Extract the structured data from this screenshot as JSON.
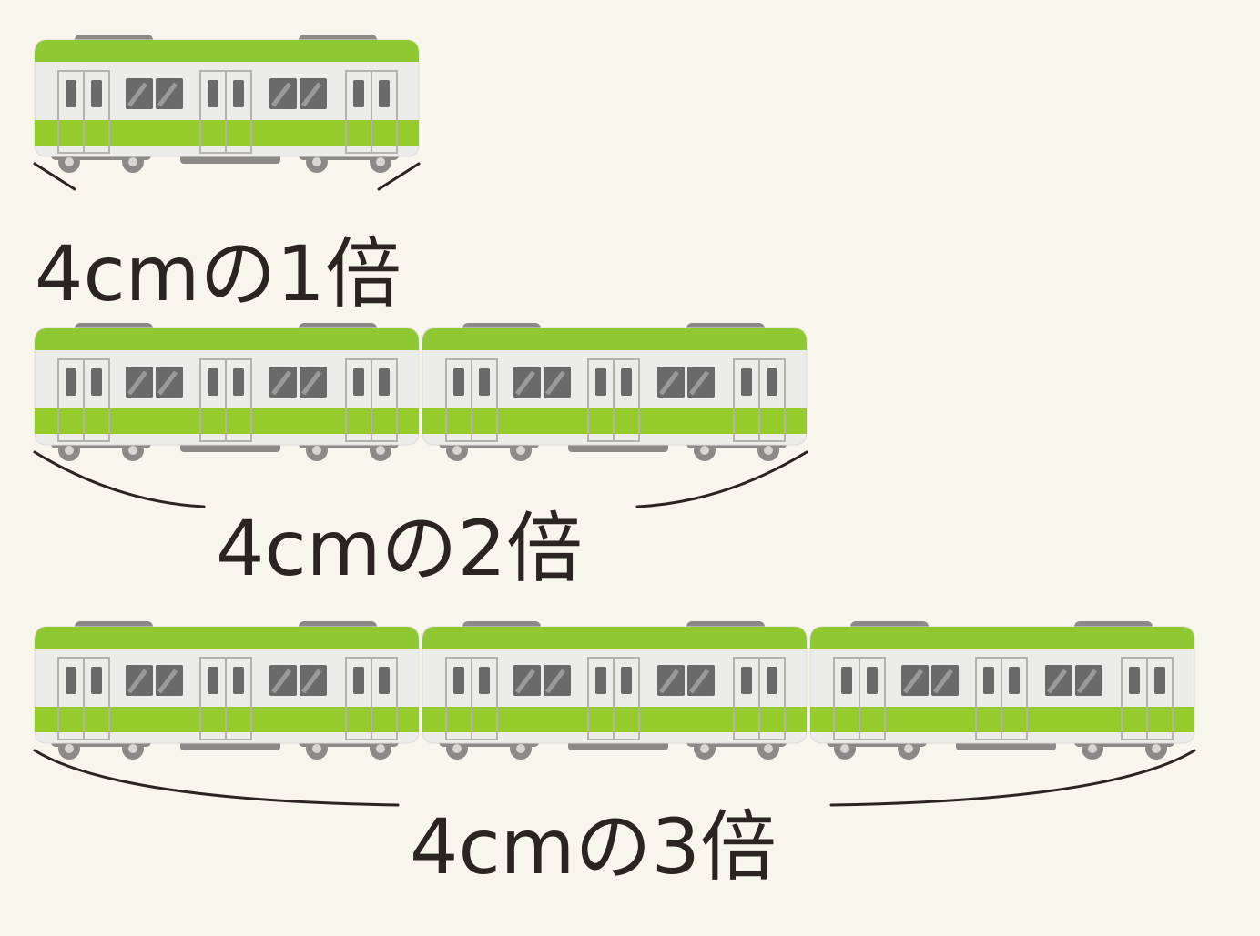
{
  "rows": [
    {
      "multiplier": 1,
      "label": "4cmの1倍"
    },
    {
      "multiplier": 2,
      "label": "4cmの2倍"
    },
    {
      "multiplier": 3,
      "label": "4cmの3倍"
    }
  ],
  "colors": {
    "background": "#f8f6ec",
    "car_body": "#ececea",
    "car_stripe": "#95cc2c",
    "car_roof": "#8ec832",
    "window": "#6a6a6a",
    "wheel": "#8c8a86",
    "text": "#2b2421"
  }
}
